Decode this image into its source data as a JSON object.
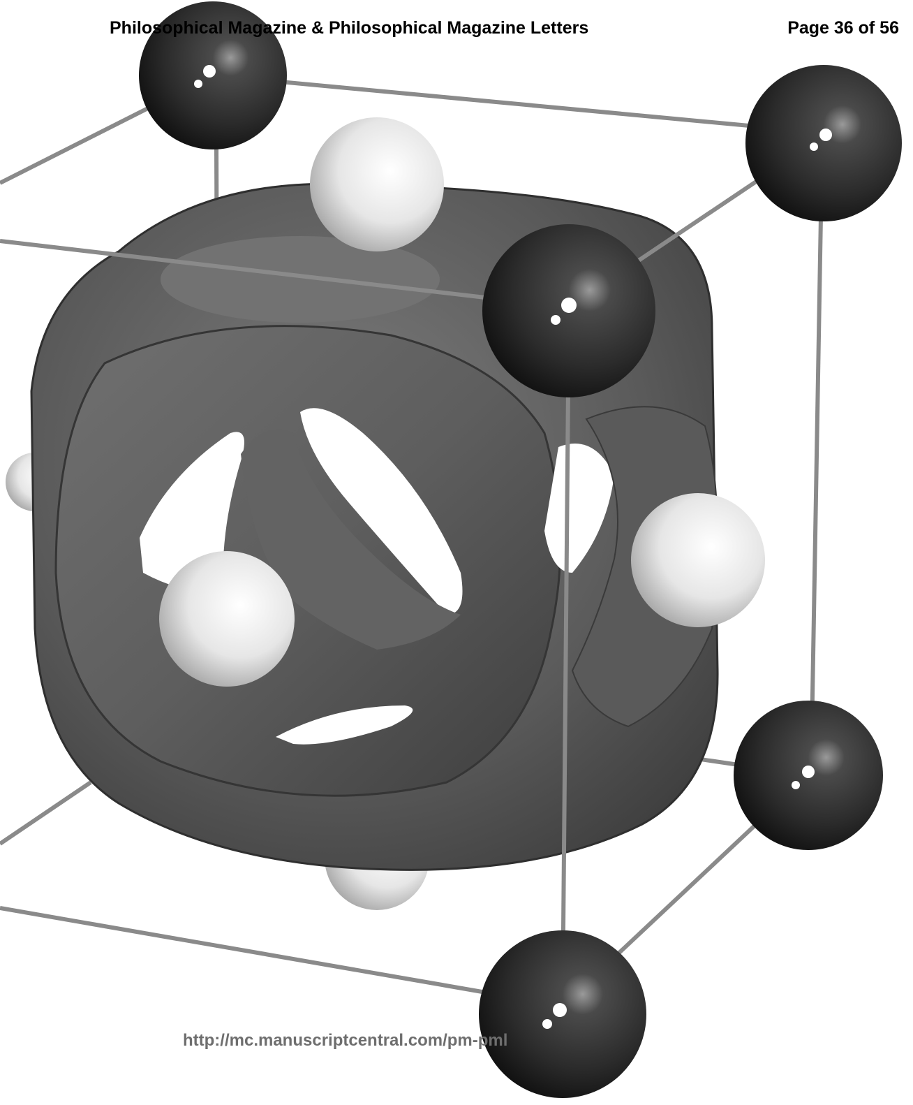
{
  "header": {
    "journal": "Philosophical Magazine & Philosophical Magazine Letters",
    "page": "Page 36 of 56"
  },
  "footer": {
    "url": "http://mc.manuscriptcentral.com/pm-pml"
  },
  "figure": {
    "colors": {
      "dark_atom": "#2b2b2b",
      "light_atom": "#e2e2e2",
      "surface": "#555555",
      "bond": "#8a8a8a"
    }
  }
}
